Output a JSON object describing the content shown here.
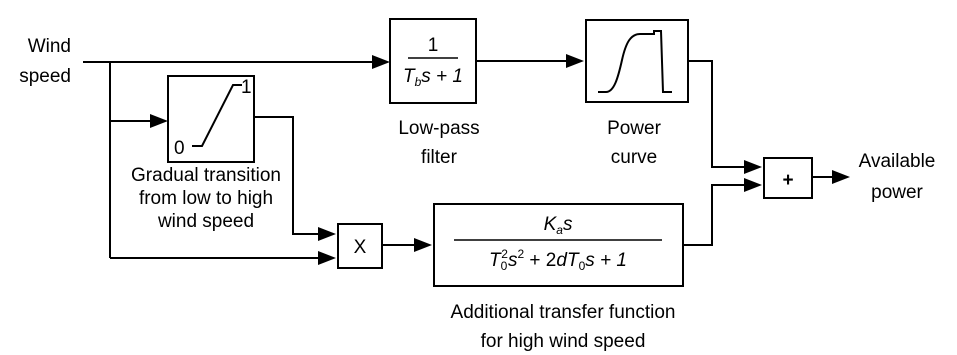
{
  "inputs": {
    "wind_line1": "Wind",
    "wind_line2": "speed"
  },
  "outputs": {
    "power_line1": "Available",
    "power_line2": "power"
  },
  "lowpass": {
    "numerator": "1",
    "den_T": "T",
    "den_sub": "b",
    "den_rest": "s + 1",
    "label_line1": "Low-pass",
    "label_line2": "filter"
  },
  "power_curve": {
    "label_line1": "Power",
    "label_line2": "curve"
  },
  "transition": {
    "high_value": "1",
    "low_value": "0",
    "label_line1": "Gradual transition",
    "label_line2": "from low to high",
    "label_line3": "wind speed"
  },
  "multiplier": {
    "symbol": "X"
  },
  "summer": {
    "symbol": "+"
  },
  "additional_tf": {
    "num_K": "K",
    "num_sub": "a",
    "num_s": "s",
    "den_T1": "T",
    "den_sub1": "0",
    "den_sup1": "2",
    "den_s1": "s",
    "den_sup2": "2",
    "den_mid": " + 2",
    "den_d": "d",
    "den_T2": "T",
    "den_sub2": "0",
    "den_end": "s + 1",
    "label_line1": "Additional transfer function",
    "label_line2": "for high wind speed"
  }
}
